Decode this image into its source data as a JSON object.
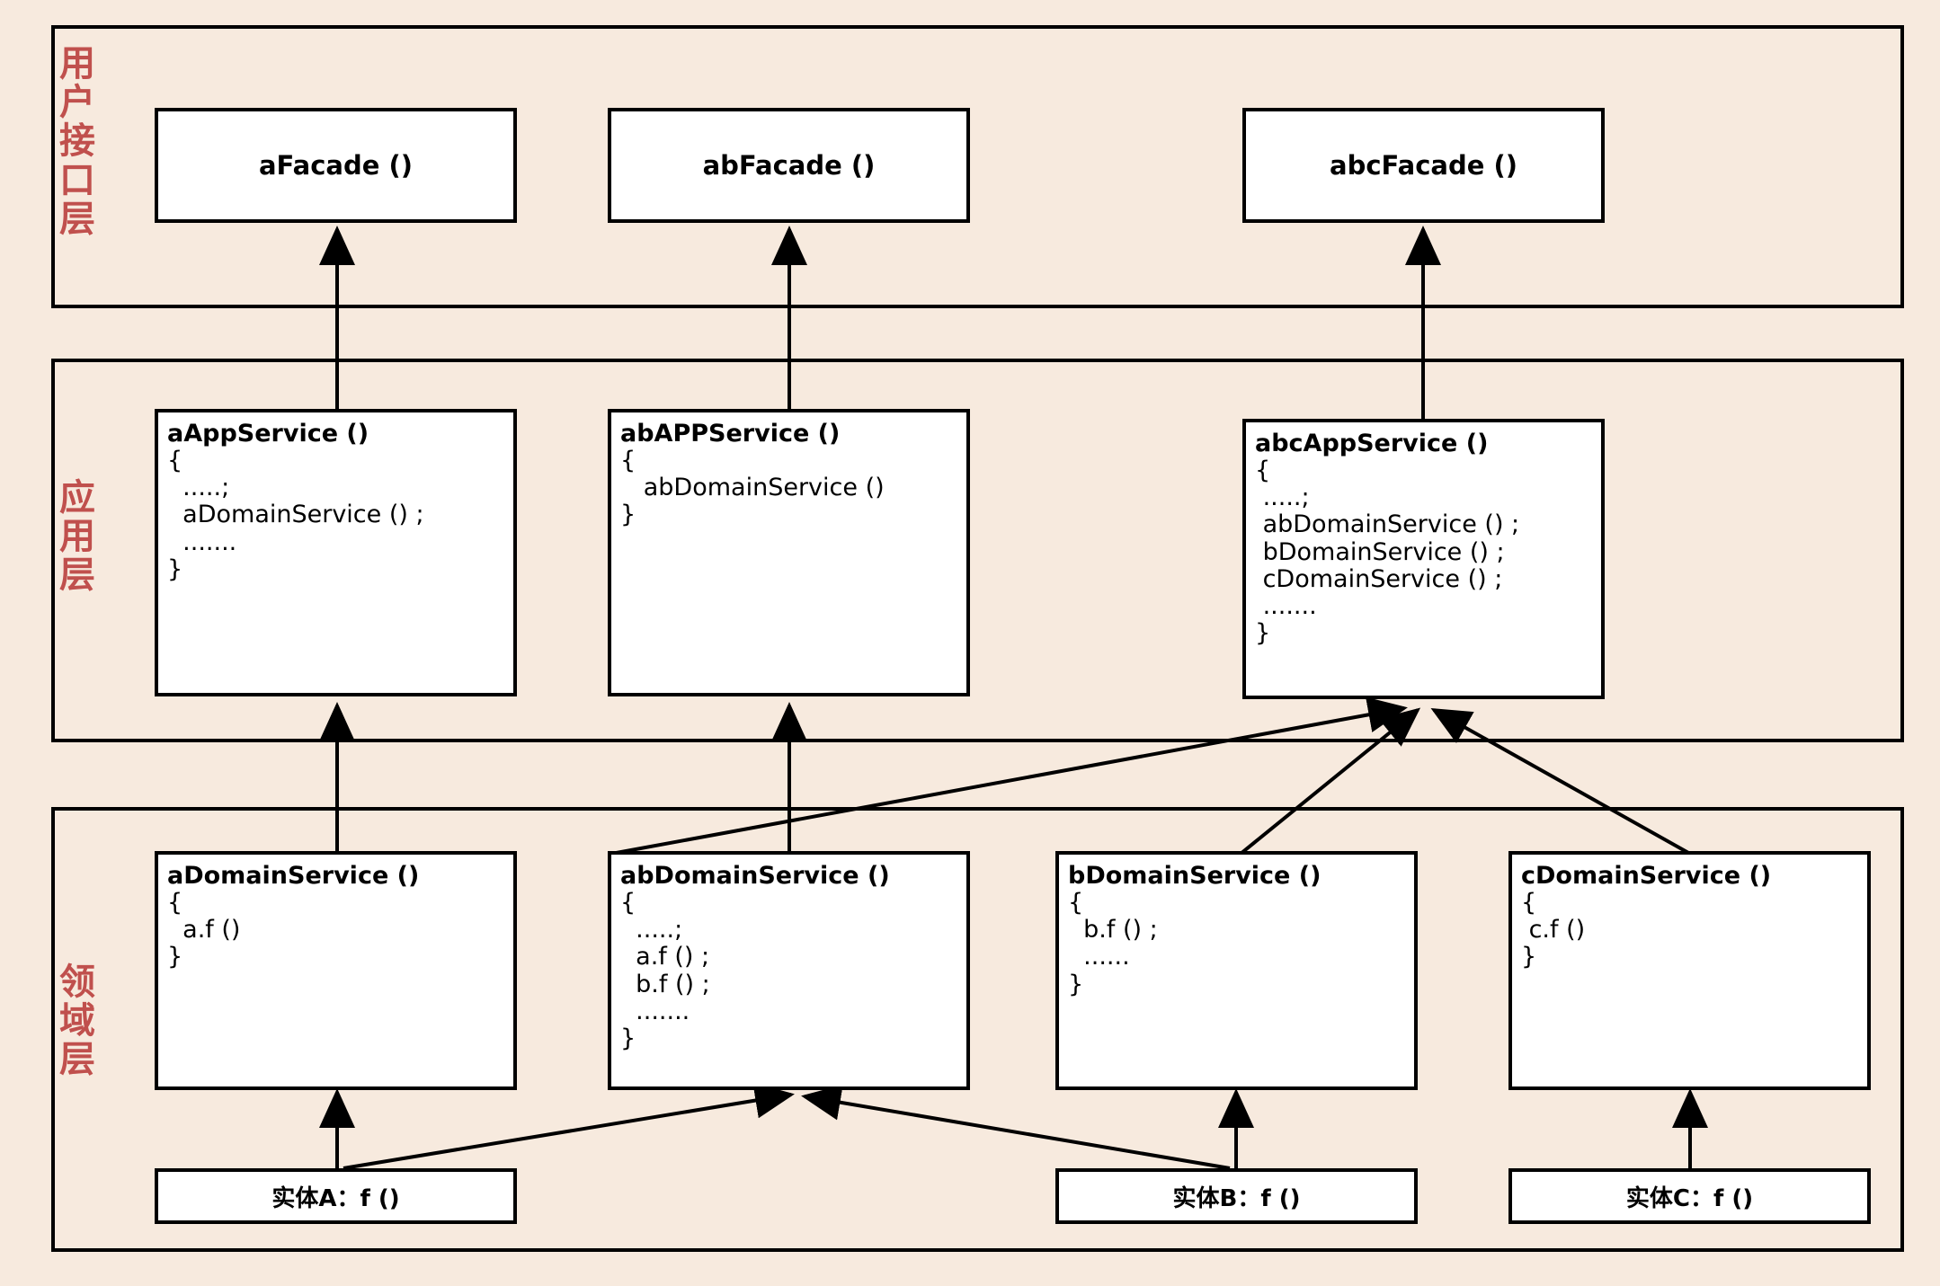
{
  "diagram": {
    "title": "DDD layered architecture call diagram",
    "background_color": "#f7eade",
    "node_fill": "#ffffff",
    "line_color": "#000000",
    "label_color": "#c0504d"
  },
  "layers": [
    {
      "id": "ui",
      "label": "用户接口层"
    },
    {
      "id": "app",
      "label": "应用层"
    },
    {
      "id": "domain",
      "label": "领域层"
    }
  ],
  "facades": [
    {
      "id": "a-facade",
      "title": "aFacade ()"
    },
    {
      "id": "ab-facade",
      "title": "abFacade ()"
    },
    {
      "id": "abc-facade",
      "title": "abcFacade ()"
    }
  ],
  "app_services": [
    {
      "id": "a-app-service",
      "title": "aAppService ()",
      "body": "{\n  .....;\n  aDomainService () ;\n  .......\n}"
    },
    {
      "id": "ab-app-service",
      "title": "abAPPService ()",
      "body": "{\n   abDomainService ()\n}"
    },
    {
      "id": "abc-app-service",
      "title": "abcAppService ()",
      "body": "{\n .....;\n abDomainService () ;\n bDomainService () ;\n cDomainService () ;\n .......\n}"
    }
  ],
  "domain_services": [
    {
      "id": "a-domain-service",
      "title": "aDomainService ()",
      "body": "{\n  a.f ()\n}"
    },
    {
      "id": "ab-domain-service",
      "title": "abDomainService ()",
      "body": "{\n  .....;\n  a.f () ;\n  b.f () ;\n  .......\n}"
    },
    {
      "id": "b-domain-service",
      "title": "bDomainService ()",
      "body": "{\n  b.f () ;\n  ......\n}"
    },
    {
      "id": "c-domain-service",
      "title": "cDomainService ()",
      "body": "{\n c.f ()\n}"
    }
  ],
  "entities": [
    {
      "id": "entity-a",
      "title": "实体A：f ()"
    },
    {
      "id": "entity-b",
      "title": "实体B：f ()"
    },
    {
      "id": "entity-c",
      "title": "实体C：f ()"
    }
  ],
  "connections": [
    {
      "from": "a-app-service",
      "to": "a-facade"
    },
    {
      "from": "ab-app-service",
      "to": "ab-facade"
    },
    {
      "from": "abc-app-service",
      "to": "abc-facade"
    },
    {
      "from": "a-domain-service",
      "to": "a-app-service"
    },
    {
      "from": "ab-domain-service",
      "to": "ab-app-service"
    },
    {
      "from": "ab-domain-service",
      "to": "abc-app-service"
    },
    {
      "from": "b-domain-service",
      "to": "abc-app-service"
    },
    {
      "from": "c-domain-service",
      "to": "abc-app-service"
    },
    {
      "from": "entity-a",
      "to": "a-domain-service"
    },
    {
      "from": "entity-a",
      "to": "ab-domain-service"
    },
    {
      "from": "entity-b",
      "to": "ab-domain-service"
    },
    {
      "from": "entity-b",
      "to": "b-domain-service"
    },
    {
      "from": "entity-c",
      "to": "c-domain-service"
    }
  ]
}
